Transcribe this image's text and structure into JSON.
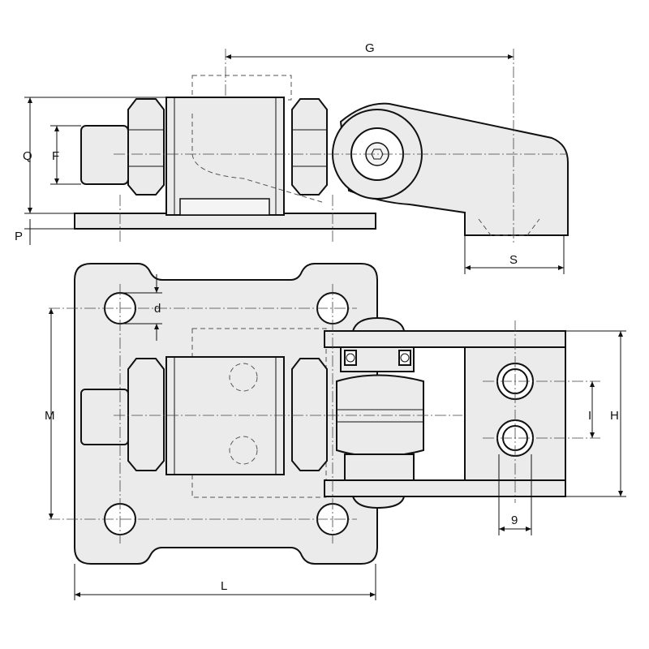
{
  "drawing": {
    "dimension_labels": {
      "G": "G",
      "Q": "Q",
      "F": "F",
      "P": "P",
      "S": "S",
      "d": "d",
      "M": "M",
      "I": "I",
      "H": "H",
      "nine": "9",
      "L": "L"
    }
  }
}
